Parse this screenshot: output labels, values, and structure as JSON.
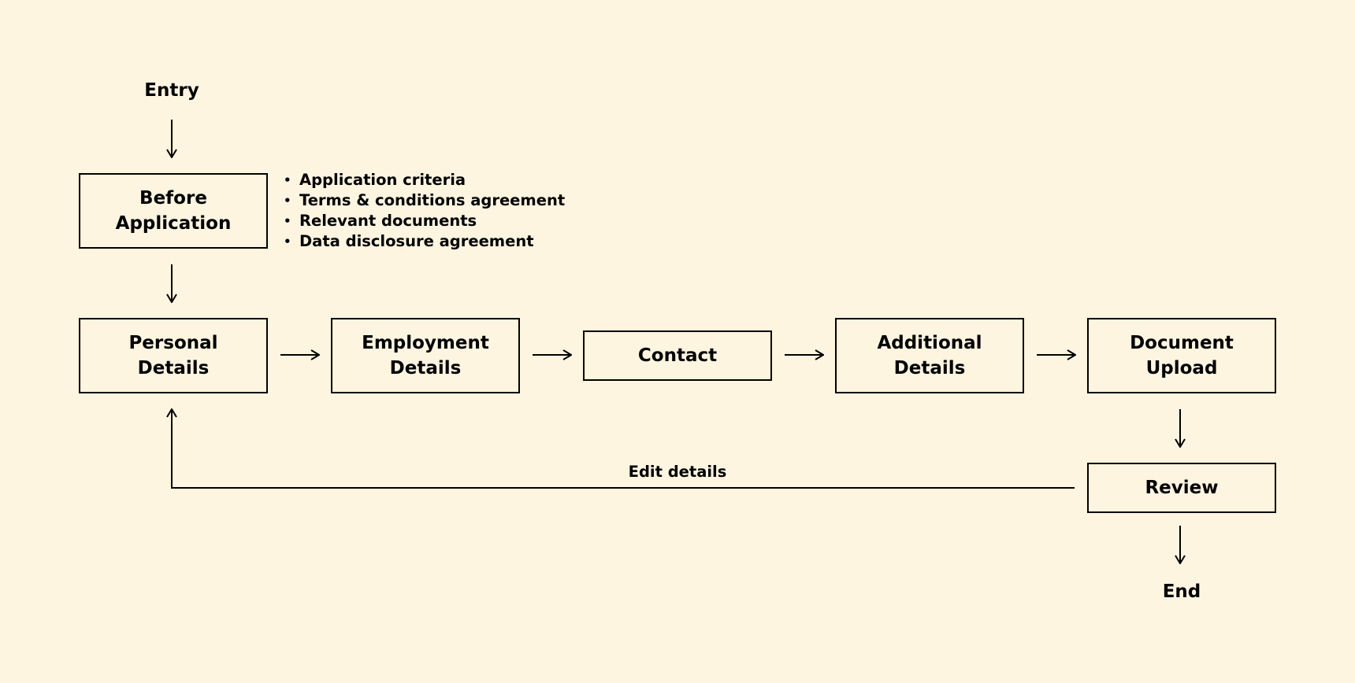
{
  "diagram": {
    "background": "#fdf5df",
    "stroke_color": "#000000",
    "entry_label": "Entry",
    "end_label": "End",
    "nodes": {
      "before_application": "Before\nApplication",
      "personal_details": "Personal\nDetails",
      "employment_details": "Employment\nDetails",
      "contact": "Contact",
      "additional_details": "Additional\nDetails",
      "document_upload": "Document\nUpload",
      "review": "Review"
    },
    "before_application_notes": [
      "Application criteria",
      "Terms & conditions agreement",
      "Relevant documents",
      "Data disclosure agreement"
    ],
    "loop_label": "Edit details"
  }
}
